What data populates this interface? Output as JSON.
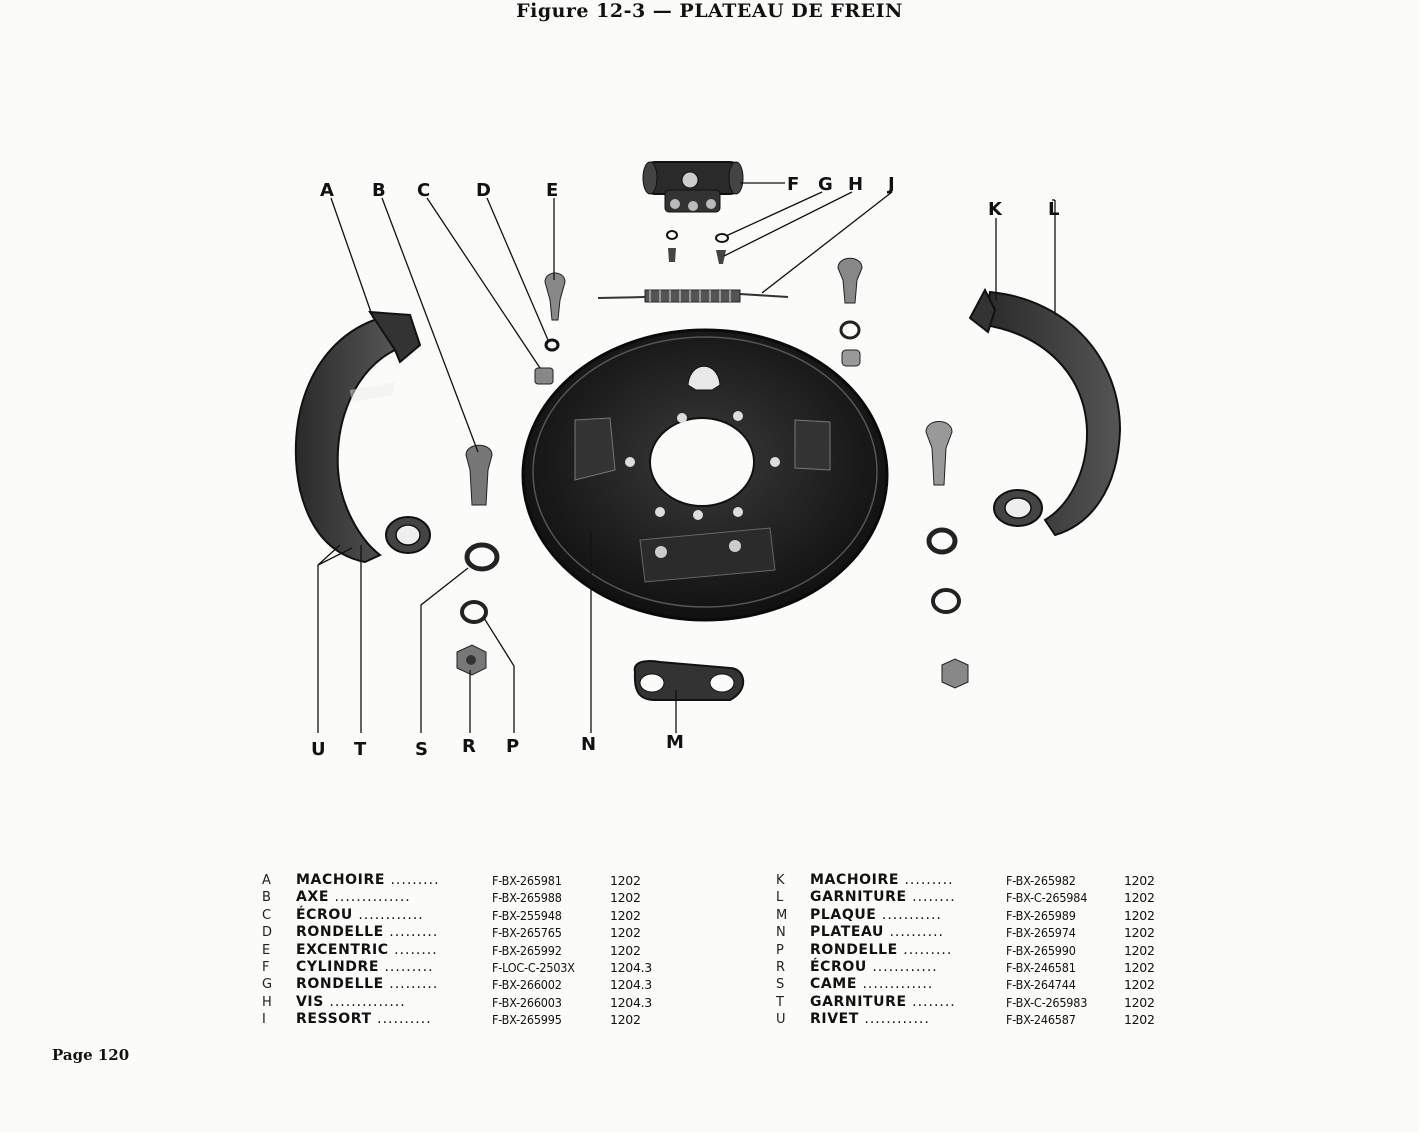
{
  "figure_title": "Figure 12-3 — PLATEAU DE FREIN",
  "callouts": {
    "A": "A",
    "B": "B",
    "C": "C",
    "D": "D",
    "E": "E",
    "F": "F",
    "G": "G",
    "H": "H",
    "J": "J",
    "K": "K",
    "L": "L",
    "U": "U",
    "T": "T",
    "S": "S",
    "R": "R",
    "P": "P",
    "N": "N",
    "M": "M"
  },
  "parts_left": [
    {
      "letter": "A",
      "name": "MACHOIRE",
      "ref": "F-BX-265981",
      "code": "1202"
    },
    {
      "letter": "B",
      "name": "AXE",
      "ref": "F-BX-265988",
      "code": "1202"
    },
    {
      "letter": "C",
      "name": "ÉCROU",
      "ref": "F-BX-255948",
      "code": "1202"
    },
    {
      "letter": "D",
      "name": "RONDELLE",
      "ref": "F-BX-265765",
      "code": "1202"
    },
    {
      "letter": "E",
      "name": "EXCENTRIC",
      "ref": "F-BX-265992",
      "code": "1202"
    },
    {
      "letter": "F",
      "name": "CYLINDRE",
      "ref": "F-LOC-C-2503X",
      "code": "1204.3"
    },
    {
      "letter": "G",
      "name": "RONDELLE",
      "ref": "F-BX-266002",
      "code": "1204.3"
    },
    {
      "letter": "H",
      "name": "VIS",
      "ref": "F-BX-266003",
      "code": "1204.3"
    },
    {
      "letter": "I",
      "name": "RESSORT",
      "ref": "F-BX-265995",
      "code": "1202"
    }
  ],
  "parts_right": [
    {
      "letter": "K",
      "name": "MACHOIRE",
      "ref": "F-BX-265982",
      "code": "1202"
    },
    {
      "letter": "L",
      "name": "GARNITURE",
      "ref": "F-BX-C-265984",
      "code": "1202"
    },
    {
      "letter": "M",
      "name": "PLAQUE",
      "ref": "F-BX-265989",
      "code": "1202"
    },
    {
      "letter": "N",
      "name": "PLATEAU",
      "ref": "F-BX-265974",
      "code": "1202"
    },
    {
      "letter": "P",
      "name": "RONDELLE",
      "ref": "F-BX-265990",
      "code": "1202"
    },
    {
      "letter": "R",
      "name": "ÉCROU",
      "ref": "F-BX-246581",
      "code": "1202"
    },
    {
      "letter": "S",
      "name": "CAME",
      "ref": "F-BX-264744",
      "code": "1202"
    },
    {
      "letter": "T",
      "name": "GARNITURE",
      "ref": "F-BX-C-265983",
      "code": "1202"
    },
    {
      "letter": "U",
      "name": "RIVET",
      "ref": "F-BX-246587",
      "code": "1202"
    }
  ],
  "page_label": "Page 120"
}
